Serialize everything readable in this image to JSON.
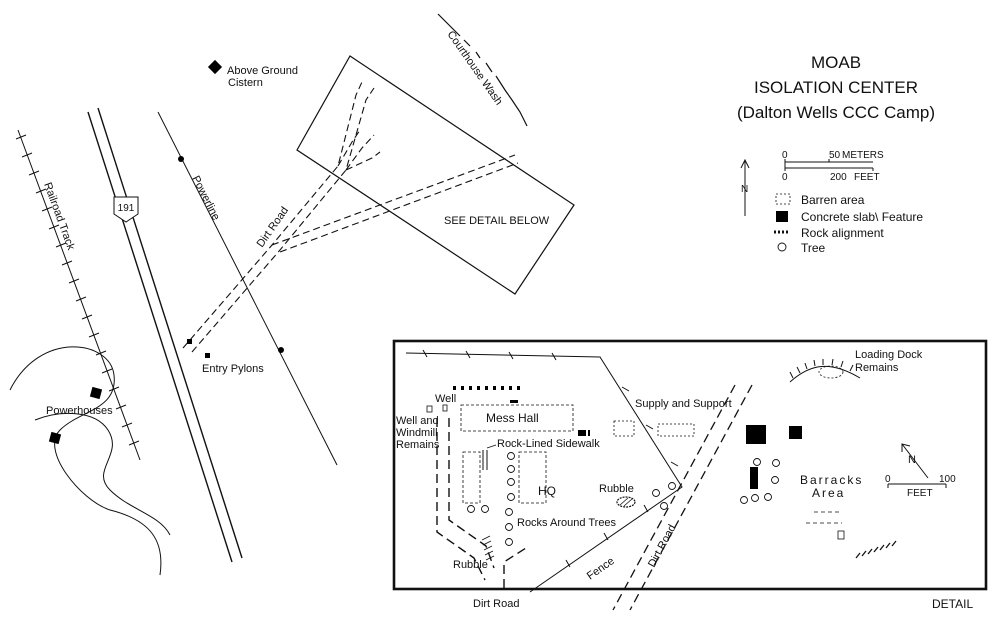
{
  "title": {
    "line1": "MOAB",
    "line2": "ISOLATION CENTER",
    "line3": "(Dalton Wells CCC Camp)"
  },
  "scale_bar": {
    "meters_start": "0",
    "meters_mid": "50",
    "meters_unit": "METERS",
    "feet_start": "0",
    "feet_end": "200",
    "feet_unit": "FEET"
  },
  "north_arrow": {
    "label": "N"
  },
  "legend": {
    "barren": "Barren area",
    "slab": "Concrete slab\\ Feature",
    "rock": "Rock alignment",
    "tree": "Tree"
  },
  "overview": {
    "railroad": "Railroad Track",
    "highway_shield": "191",
    "powerline": "Powerline",
    "dirt_road": "Dirt Road",
    "cistern_line1": "Above Ground",
    "cistern_line2": "Cistern",
    "courthouse_wash": "Courthouse Wash",
    "see_detail": "SEE DETAIL BELOW",
    "entry_pylons": "Entry Pylons",
    "powerhouses": "Powerhouses"
  },
  "detail": {
    "loading_dock_line1": "Loading Dock",
    "loading_dock_line2": "Remains",
    "supply": "Supply and Support",
    "well": "Well",
    "well_windmill_line1": "Well and",
    "well_windmill_line2": "Windmill",
    "well_windmill_line3": "Remains",
    "mess_hall": "Mess Hall",
    "rock_sidewalk": "Rock-Lined Sidewalk",
    "hq": "HQ",
    "rubble_center": "Rubble",
    "rocks_trees": "Rocks Around Trees",
    "rubble_left": "Rubble",
    "dirt_road_bottom": "Dirt Road",
    "fence": "Fence",
    "dirt_road_diag": "Dirt Road",
    "barracks_line1": "Barracks",
    "barracks_line2": "Area",
    "north_label": "N",
    "scale_start": "0",
    "scale_end": "100",
    "scale_unit": "FEET",
    "detail_label": "DETAIL"
  }
}
